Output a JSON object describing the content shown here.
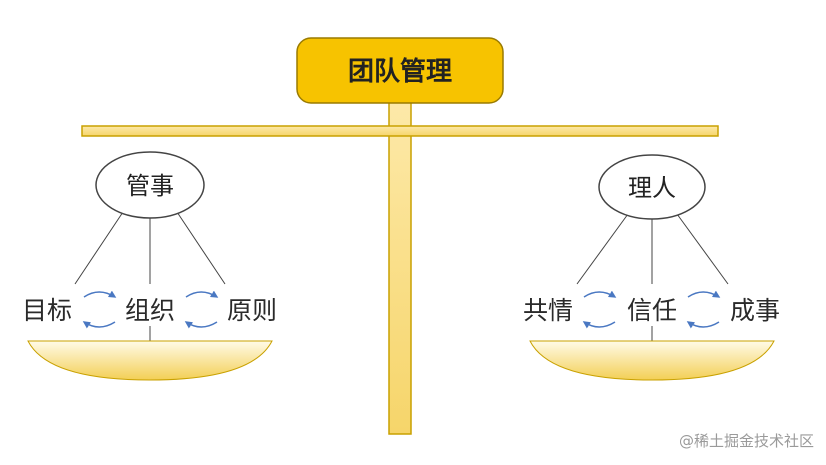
{
  "title": "团队管理",
  "left_pan": {
    "label": "管事",
    "items": [
      "目标",
      "组织",
      "原则"
    ]
  },
  "right_pan": {
    "label": "理人",
    "items": [
      "共情",
      "信任",
      "成事"
    ]
  },
  "watermark": "@稀土掘金技术社区",
  "colors": {
    "title_box": "#f7c300",
    "title_border": "#9a7b00",
    "beam": "#fbe39a",
    "beam_border": "#c9a100",
    "pan_light": "#fffbe8",
    "pan_dark": "#f3cf55",
    "cycle_arrow": "#4a78c2",
    "line": "#444444"
  }
}
